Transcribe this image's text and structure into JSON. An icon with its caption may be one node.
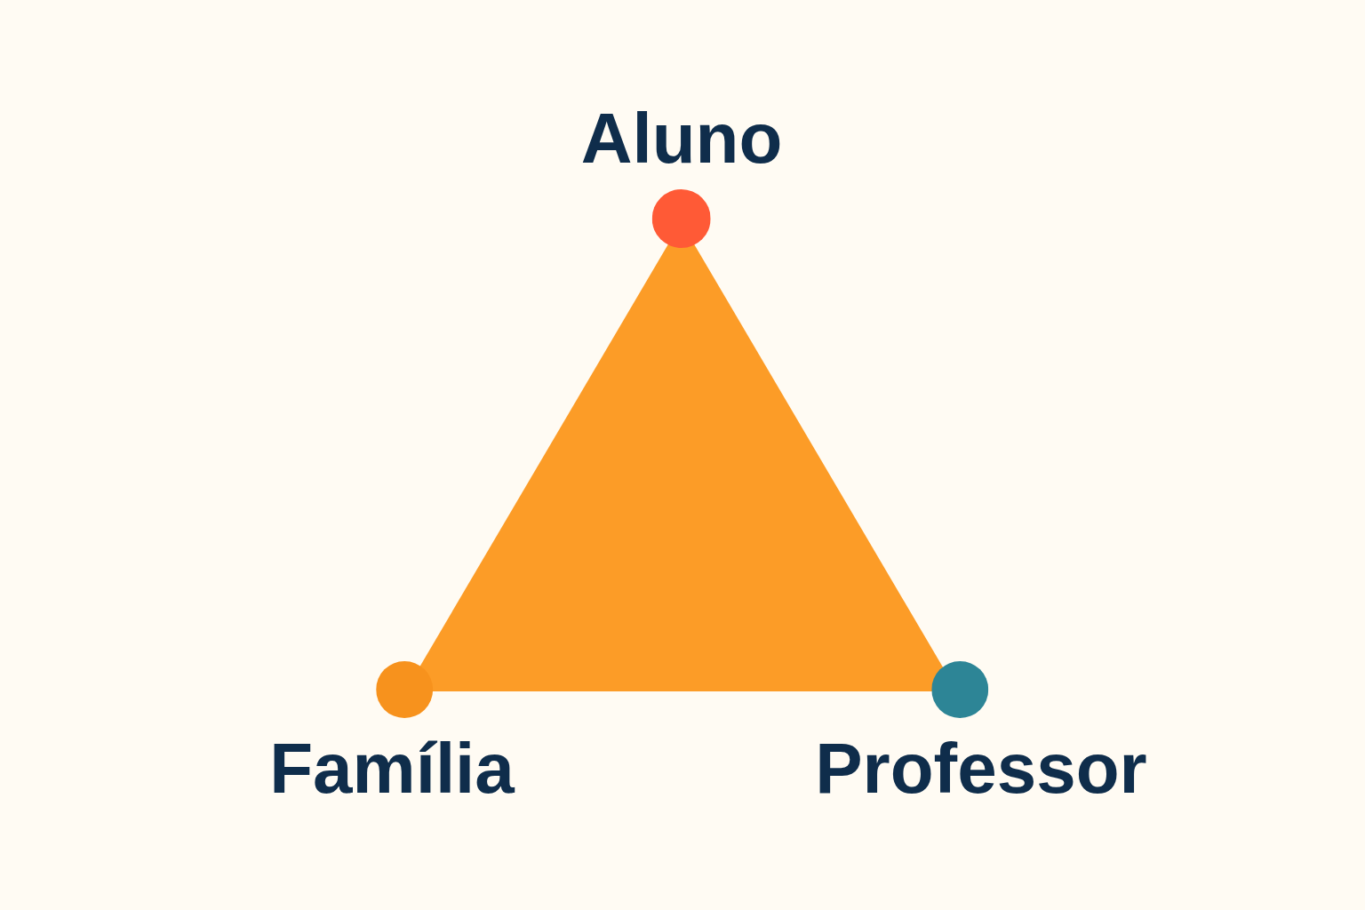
{
  "diagram": {
    "nodes": [
      {
        "text": [
          "Aluno"
        ]
      },
      {
        "text": [],
        "shape": "triangle"
      },
      {
        "text": [
          "Família"
        ]
      },
      {
        "text": [
          "Professor"
        ]
      }
    ]
  }
}
